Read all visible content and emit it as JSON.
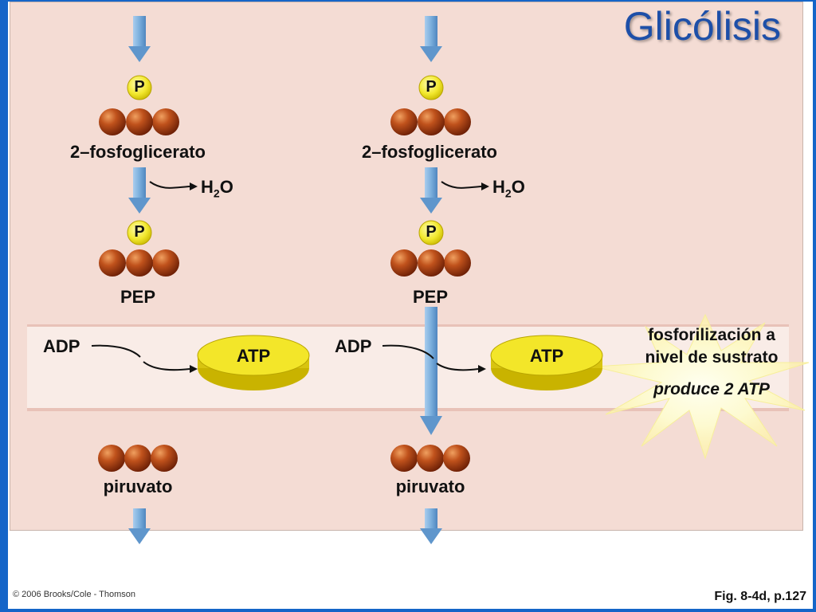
{
  "title": "Glicólisis",
  "columns": [
    {
      "phosphate_label_1": "P",
      "compound_1": "2–fosfoglicerato",
      "water_out": {
        "base": "H",
        "sub": "2",
        "tail": "O"
      },
      "phosphate_label_2": "P",
      "compound_2": "PEP",
      "adp": "ADP",
      "atp": "ATP",
      "compound_3": "piruvato"
    },
    {
      "phosphate_label_1": "P",
      "compound_1": "2–fosfoglicerato",
      "water_out": {
        "base": "H",
        "sub": "2",
        "tail": "O"
      },
      "phosphate_label_2": "P",
      "compound_2": "PEP",
      "adp": "ADP",
      "atp": "ATP",
      "compound_3": "piruvato"
    }
  ],
  "annotation": {
    "line1": "fosforilización a",
    "line2": "nivel de sustrato",
    "emphasis": "produce 2 ATP"
  },
  "copyright": "© 2006 Brooks/Cole - Thomson",
  "figure_ref": "Fig. 8-4d, p.127",
  "colors": {
    "background": "#1565c8",
    "panel": "#f4dcd4",
    "arrow": "#7aaedc",
    "carbon": "#b0441a",
    "phosphate": "#f2e82e",
    "atp_disc": "#f3e629",
    "title": "#1d4fa8"
  }
}
